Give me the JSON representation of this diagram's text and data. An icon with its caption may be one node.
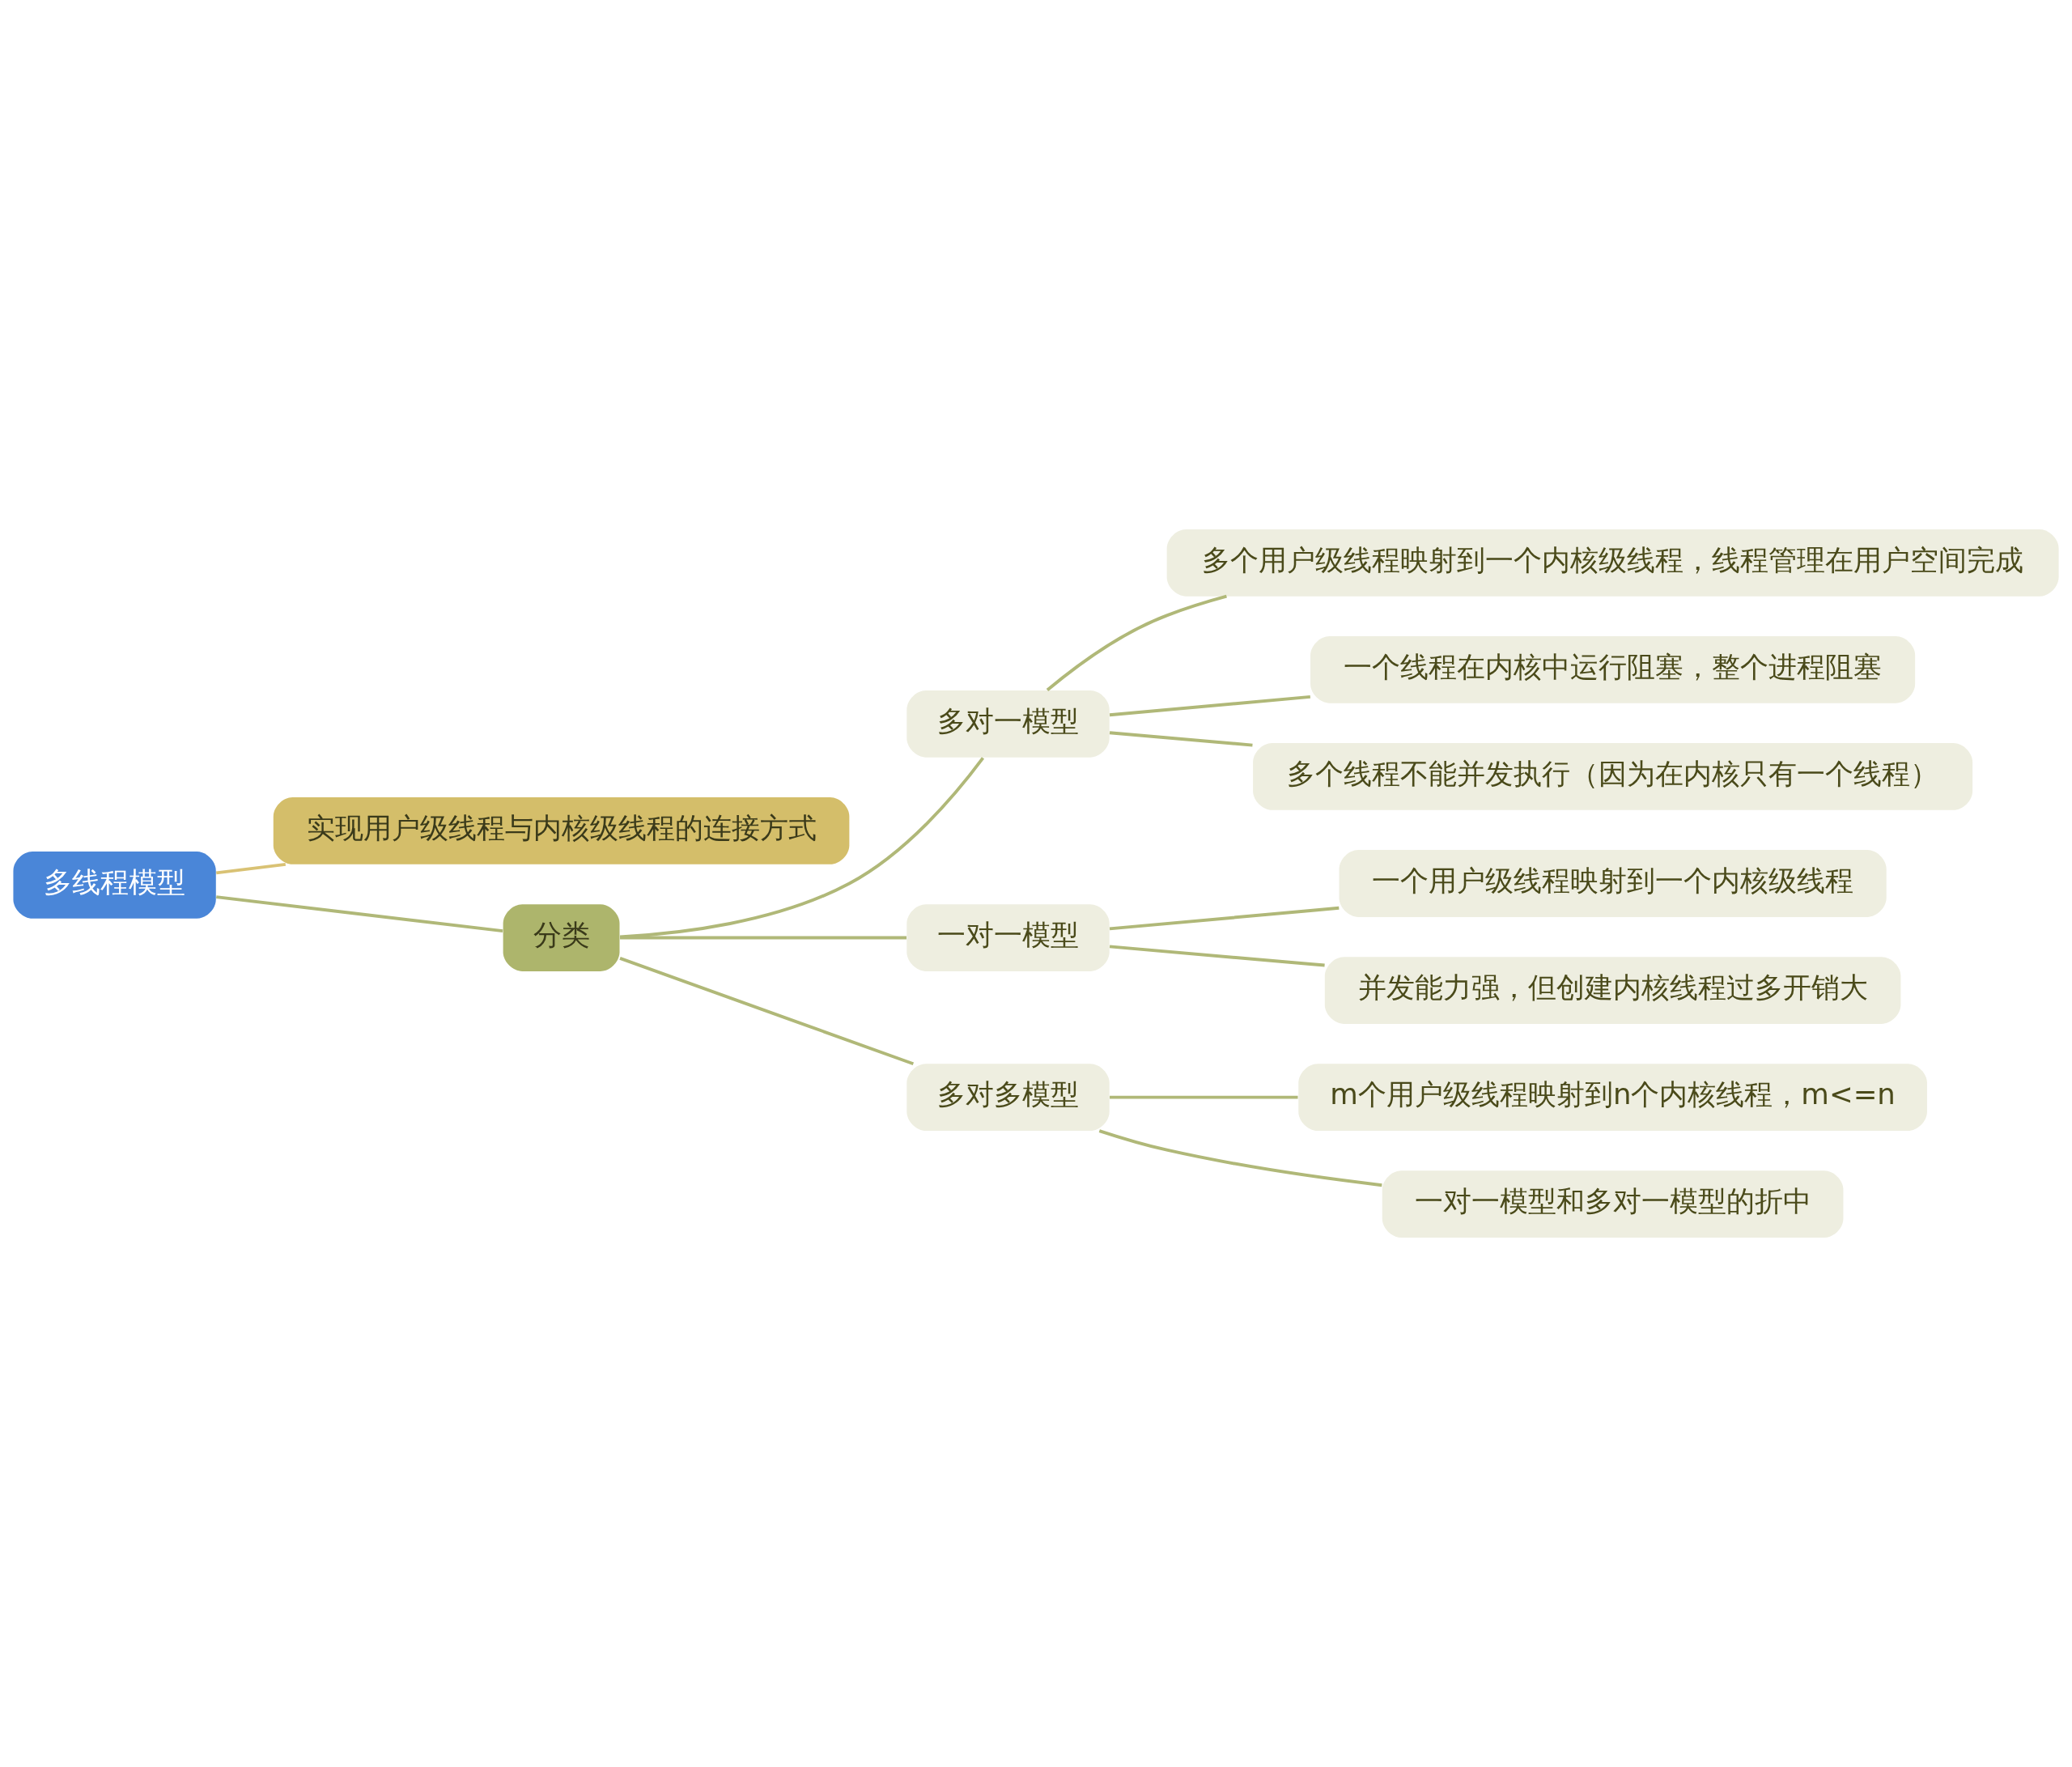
{
  "diagram": {
    "nodes": [
      {
        "text": [
          "多线程模型"
        ]
      },
      {
        "text": [
          "实现用户级线程与内核级线程的连接方式"
        ]
      },
      {
        "text": [
          "分类"
        ]
      },
      {
        "text": [
          "多对一模型"
        ]
      },
      {
        "text": [
          "多个用户级线程映射到一个内核级线程，线程管理在用户空间完成"
        ]
      },
      {
        "text": [
          "一个线程在内核中运行阻塞，整个进程阻塞"
        ]
      },
      {
        "text": [
          "多个线程不能并发执行（因为在内核只有一个线程）"
        ]
      },
      {
        "text": [
          "一对一模型"
        ]
      },
      {
        "text": [
          "一个用户级线程映射到一个内核级线程"
        ]
      },
      {
        "text": [
          "并发能力强，但创建内核线程过多开销大"
        ]
      },
      {
        "text": [
          "多对多模型"
        ]
      },
      {
        "text": [
          "m个用户级线程映射到n个内核线程，m<=n"
        ]
      },
      {
        "text": [
          "一对一模型和多对一模型的折中"
        ]
      }
    ],
    "edges": [
      {
        "from": 0,
        "to": 1,
        "arrow": "none",
        "color": "#d9c274"
      },
      {
        "from": 0,
        "to": 2,
        "arrow": "none"
      },
      {
        "from": 2,
        "to": 3,
        "arrow": "none"
      },
      {
        "from": 2,
        "to": 7,
        "arrow": "none"
      },
      {
        "from": 2,
        "to": 10,
        "arrow": "none"
      },
      {
        "from": 3,
        "to": 4,
        "arrow": "none"
      },
      {
        "from": 3,
        "to": 5,
        "arrow": "none"
      },
      {
        "from": 3,
        "to": 6,
        "arrow": "none"
      },
      {
        "from": 7,
        "to": 8,
        "arrow": "none"
      },
      {
        "from": 7,
        "to": 9,
        "arrow": "none"
      },
      {
        "from": 10,
        "to": 11,
        "arrow": "none"
      },
      {
        "from": 10,
        "to": 12,
        "arrow": "none"
      }
    ]
  }
}
